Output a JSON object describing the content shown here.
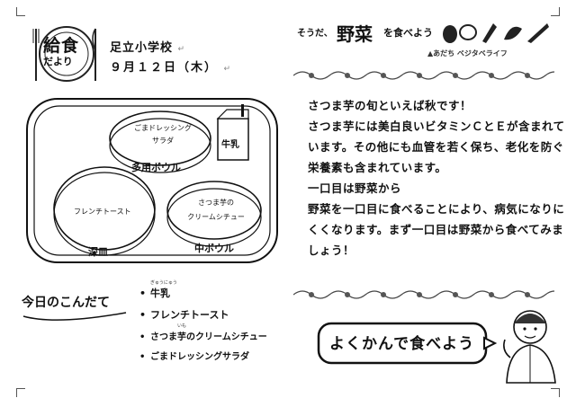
{
  "header": {
    "logo_title": "給食",
    "logo_subtitle": "だより",
    "school": "足立小学校",
    "date": "９月１２日（木）"
  },
  "tray": {
    "dishes": [
      {
        "label": "ごまドレッシング\nサラダ",
        "caption": "多用ボウル"
      },
      {
        "label": "フレンチトースト",
        "caption": "深皿"
      },
      {
        "label": "さつま芋の\nクリームシチュー",
        "caption": "中ボウル"
      },
      {
        "label": "",
        "caption": "牛乳"
      }
    ]
  },
  "menu": {
    "heading": "今日のこんだて",
    "items": [
      {
        "text": "牛乳",
        "ruby": "ぎゅうにゅう"
      },
      {
        "text": "フレンチトースト",
        "ruby": ""
      },
      {
        "text": "さつま芋のクリームシチュー",
        "ruby": "いも"
      },
      {
        "text": "ごまドレッシングサラダ",
        "ruby": ""
      }
    ]
  },
  "banner": {
    "prefix": "そうだ、",
    "main": "野菜",
    "suffix": "を食べよう",
    "subtitle": "▲あだち ベジタベライフ"
  },
  "article": {
    "lines": [
      "さつま芋の旬といえば秋です！",
      "さつま芋には美白良いビタミンＣとＥが含まれて",
      "います。その他にも血管を若く保ち、老化を防ぐ",
      "栄養素も含まれています。",
      "一口目は野菜から",
      "野菜を一口目に食べることにより、病気になりに",
      "くくなります。まず一口目は野菜から食べてみま",
      "しょう！"
    ]
  },
  "callout": {
    "text": "よくかんで食べよう"
  }
}
